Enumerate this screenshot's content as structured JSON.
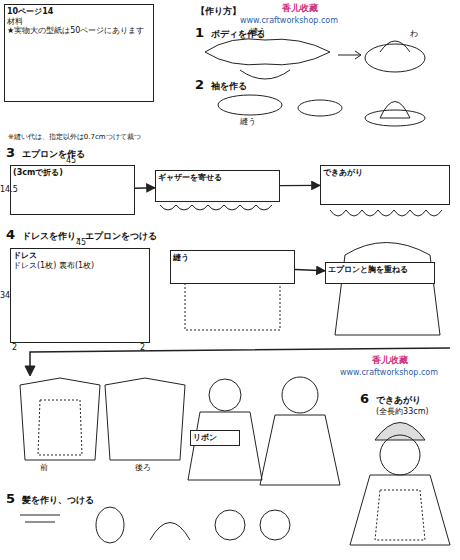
{
  "diagram": {
    "title": "【作り方】",
    "nodes": [
      {
        "text": [
          "10ページ14",
          "材料",
          "★実物大の型紙は50ページにあります"
        ]
      },
      {
        "text": [
          "(3cmで折る)"
        ]
      },
      {
        "text": [
          "ギャザーを寄せる"
        ]
      },
      {
        "text": [
          "できあがり"
        ]
      },
      {
        "text": [
          "ドレス",
          "ドレス(1枚) 裏布(1枚)"
        ]
      },
      {
        "text": [
          "縫う"
        ]
      },
      {
        "text": [
          "エプロンと胸を重ねる"
        ]
      },
      {
        "text": [
          "リボン"
        ]
      }
    ],
    "edges": [
      {
        "from": 1,
        "to": 2,
        "arrow": "to"
      },
      {
        "from": 2,
        "to": 3,
        "arrow": "to"
      },
      {
        "from": 5,
        "to": 6,
        "arrow": "to"
      }
    ],
    "labels": [
      "1",
      "ボディを作る",
      "2",
      "袖を作る",
      "3",
      "エプロンを作る",
      "4",
      "ドレスを作り、エプロンをつける",
      "5",
      "髪を作り、つける",
      "6",
      "できあがり",
      "(全長約33cm)",
      "香儿收藏",
      "www.craftworkshop.com",
      "香儿收藏",
      "www.craftworkshop.com",
      "※縫い代は、指定以外は0.7cmつけて裁つ",
      "45",
      "14.5",
      "45",
      "34",
      "2",
      "2",
      "縫う",
      "わ",
      "縫う",
      "前",
      "後ろ"
    ]
  }
}
